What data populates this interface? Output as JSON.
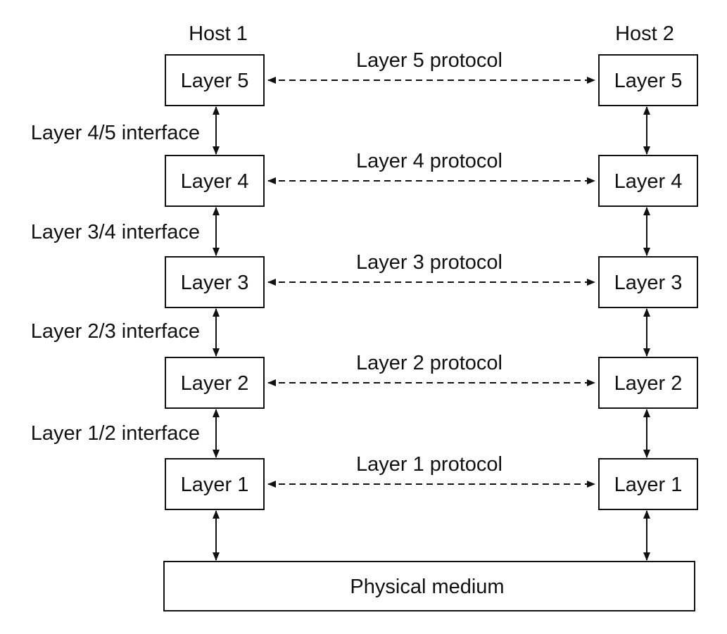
{
  "hosts": {
    "left": "Host 1",
    "right": "Host 2"
  },
  "layers": [
    {
      "host1": "Layer 5",
      "host2": "Layer 5",
      "protocol": "Layer 5 protocol"
    },
    {
      "host1": "Layer 4",
      "host2": "Layer 4",
      "protocol": "Layer 4 protocol"
    },
    {
      "host1": "Layer 3",
      "host2": "Layer 3",
      "protocol": "Layer 3 protocol"
    },
    {
      "host1": "Layer 2",
      "host2": "Layer 2",
      "protocol": "Layer 2 protocol"
    },
    {
      "host1": "Layer 1",
      "host2": "Layer 1",
      "protocol": "Layer 1 protocol"
    }
  ],
  "interfaces": [
    "Layer 4/5 interface",
    "Layer 3/4 interface",
    "Layer 2/3 interface",
    "Layer 1/2 interface"
  ],
  "medium": "Physical medium"
}
